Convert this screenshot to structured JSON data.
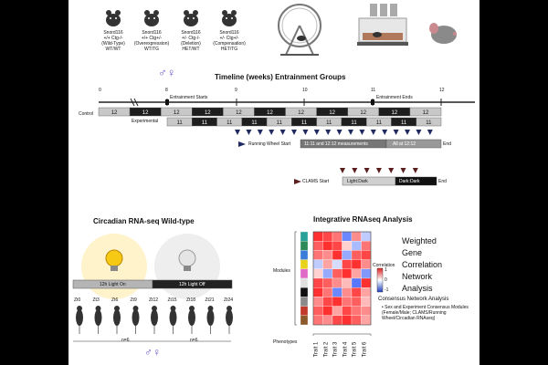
{
  "genotypes": [
    {
      "name": "Snord116",
      "code": "+/+ Ctg-/-",
      "desc": "(Wild-Type)",
      "label": "WT/WT"
    },
    {
      "name": "Snord116",
      "code": "+/+ Ctg+/-",
      "desc": "(Overexpression)",
      "label": "WT/TG"
    },
    {
      "name": "Snord116",
      "code": "+/- Ctg-/-",
      "desc": "(Deletion)",
      "label": "HET/WT"
    },
    {
      "name": "Snord116",
      "code": "+/- Ctg+/-",
      "desc": "(Compensation)",
      "label": "HET/TG"
    }
  ],
  "sex_symbols": "♂♀",
  "timeline": {
    "title": "Timeline (weeks) Entrainment Groups",
    "ticks": [
      "0",
      "8",
      "9",
      "10",
      "11",
      "12"
    ],
    "entrainment_start": "Entrainment Starts",
    "entrainment_end": "Entrainment Ends",
    "control_label": "Control",
    "experimental_label": "Experimental",
    "control_cells": [
      "12",
      "12",
      "12",
      "12",
      "12",
      "12",
      "12",
      "12",
      "12",
      "12",
      "12"
    ],
    "experimental_cells": [
      "11",
      "11",
      "11",
      "11",
      "11",
      "11",
      "11",
      "11",
      "11",
      "11",
      "11"
    ],
    "running_wheel_start": "Running Wheel Start",
    "measurements": "11:11 and 12:12 measurements",
    "all_label": "All at 12:12",
    "end_label": "End",
    "clams_start": "CLAMS Start",
    "light_dark": "Light:Dark",
    "dark_dark": "Dark:Dark",
    "clams_end": "End"
  },
  "circadian": {
    "title": "Circadian RNA-seq Wild-type",
    "light_on": "12h Light On",
    "light_off": "12h Light Off",
    "zts": [
      "Zt0",
      "Zt3",
      "Zt6",
      "Zt9",
      "Zt12",
      "Zt15",
      "Zt18",
      "Zt21",
      "Zt24"
    ],
    "n_left": "n=6",
    "n_right": "n=6"
  },
  "integrative": {
    "title": "Integrative RNAseq Analysis",
    "modules_label": "Modules",
    "phenotypes_label": "Phenotypes",
    "correlation_label": "Correlation",
    "scale_top": "1",
    "scale_mid": "0",
    "scale_bot": "-1",
    "traits": [
      "Trait 1",
      "Trait 2",
      "Trait 3",
      "Trait 4",
      "Trait 5",
      "Trait 6"
    ],
    "wgcna_words": [
      "Weighted",
      "Gene",
      "Correlation",
      "Network",
      "Analysis"
    ],
    "consensus_title": "Consensus Network Analysis",
    "consensus_text": "• Sex and Experiment Consensus Modules (Female/Male; CLAMS/Running Wheel/Circadian RNAseq)",
    "module_colors": [
      "#2aa198",
      "#2e8b57",
      "#3b7dd8",
      "#e8d31c",
      "#e06ac8",
      "#e0e0e0",
      "#111111",
      "#8a8a8a",
      "#c23a2b",
      "#8b5a2b"
    ],
    "heatmap": [
      [
        0.9,
        0.8,
        0.6,
        -0.7,
        0.5,
        -0.3
      ],
      [
        0.7,
        0.9,
        0.8,
        0.2,
        -0.4,
        0.6
      ],
      [
        0.6,
        0.5,
        0.9,
        -0.5,
        0.7,
        0.8
      ],
      [
        -0.3,
        0.4,
        -0.2,
        0.8,
        0.9,
        0.5
      ],
      [
        0.2,
        -0.5,
        0.7,
        0.9,
        0.4,
        -0.6
      ],
      [
        0.8,
        0.7,
        0.5,
        0.3,
        -0.8,
        0.9
      ],
      [
        0.9,
        0.6,
        -0.7,
        0.5,
        0.8,
        0.4
      ],
      [
        0.5,
        0.8,
        0.9,
        0.6,
        0.7,
        0.3
      ],
      [
        0.7,
        0.9,
        0.4,
        0.8,
        0.6,
        0.5
      ],
      [
        0.6,
        0.5,
        0.8,
        0.9,
        0.7,
        0.4
      ]
    ]
  }
}
